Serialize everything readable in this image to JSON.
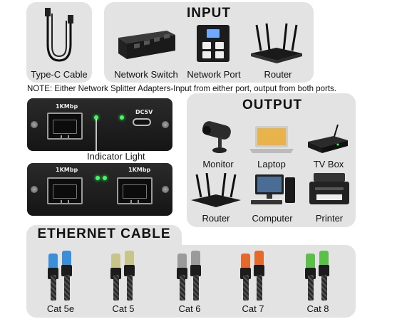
{
  "input": {
    "title": "INPUT",
    "items": [
      "Network Switch",
      "Network Port",
      "Router"
    ]
  },
  "typec": {
    "label": "Type-C Cable"
  },
  "note": "NOTE: Either Network Splitter Adapters-Input from either port, output from both ports.",
  "splitter": {
    "port_label": "1KMbp",
    "usb_label": "DC5V",
    "indicator": "Indicator Light"
  },
  "output": {
    "title": "OUTPUT",
    "row1": [
      "Monitor",
      "Laptop",
      "TV Box"
    ],
    "row2": [
      "Router",
      "Computer",
      "Printer"
    ]
  },
  "ethernet": {
    "title": "ETHERNET CABLE",
    "cables": [
      {
        "label": "Cat 5e",
        "color": "#3a8fd8"
      },
      {
        "label": "Cat 5",
        "color": "#c9c48a"
      },
      {
        "label": "Cat 6",
        "color": "#9a9a9a"
      },
      {
        "label": "Cat 7",
        "color": "#e36a2a"
      },
      {
        "label": "Cat 8",
        "color": "#5cbf4a"
      }
    ]
  }
}
